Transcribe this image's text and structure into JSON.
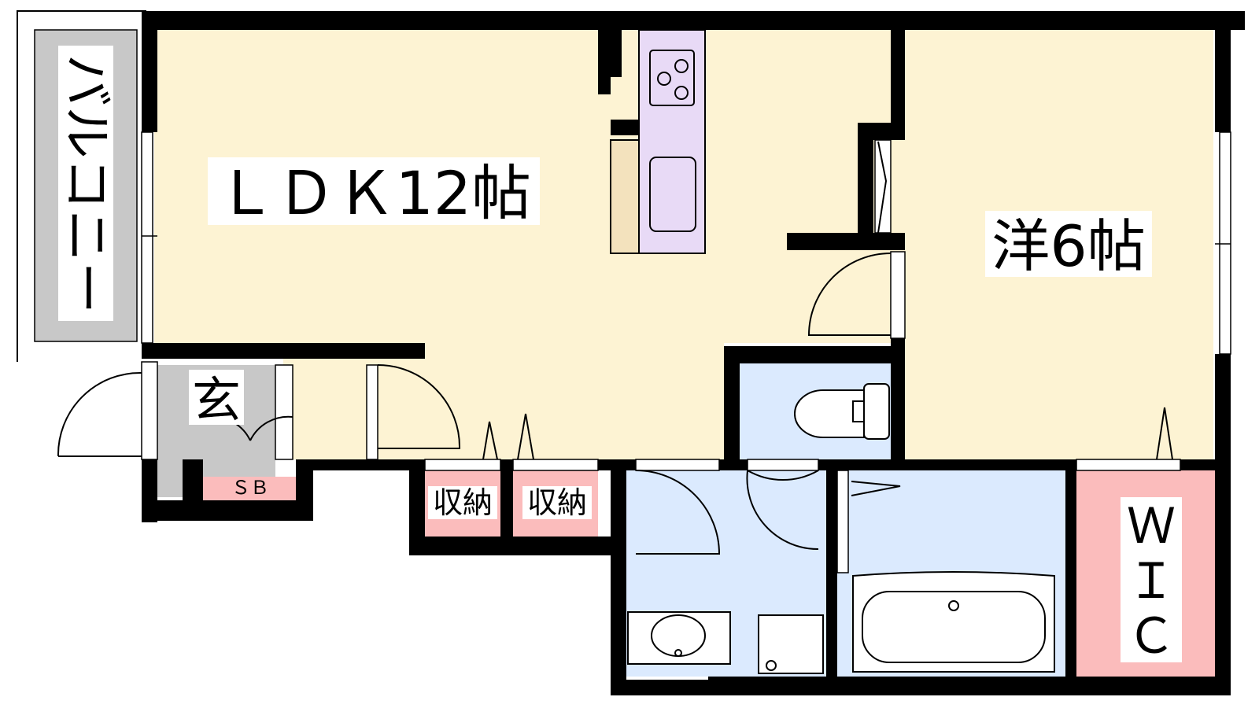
{
  "rooms": {
    "ldk": "ＬＤＫ12帖",
    "western": "洋6帖",
    "balcony": "バルコニー",
    "entrance": "玄",
    "shoe_box": "ＳＢ",
    "storage_1": "収納",
    "storage_2": "収納",
    "wic_1": "Ｗ",
    "wic_2": "Ｉ",
    "wic_3": "Ｃ"
  },
  "colors": {
    "living": "#fdf3d3",
    "wet_area": "#dbeafe",
    "storage": "#fbbcbc",
    "balcony": "#c8c8c8",
    "kitchen": "#e8daf6",
    "counter": "#f3e2bd",
    "wall": "#000000"
  }
}
